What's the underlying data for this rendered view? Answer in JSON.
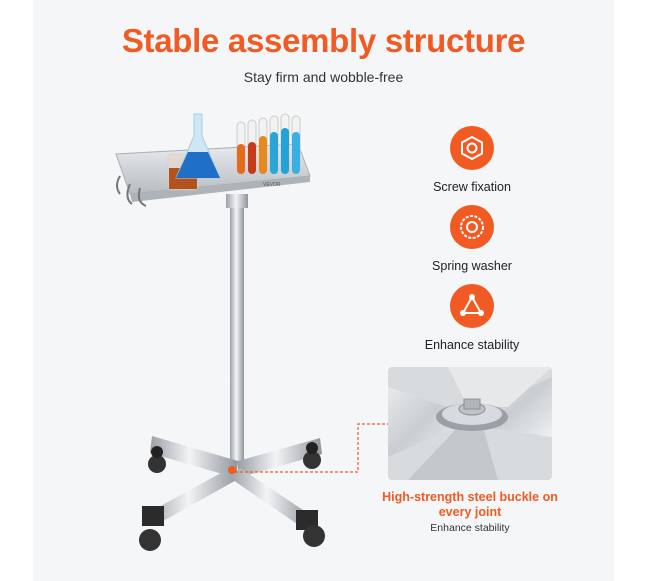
{
  "header": {
    "title": "Stable assembly structure",
    "subtitle": "Stay firm and wobble-free"
  },
  "features": [
    {
      "icon": "hex-nut-icon",
      "label": "Screw fixation"
    },
    {
      "icon": "spring-washer-icon",
      "label": "Spring washer"
    },
    {
      "icon": "triangle-stability-icon",
      "label": "Enhance stability"
    }
  ],
  "detail": {
    "caption": "High-strength steel buckle on every joint",
    "subcaption": "Enhance stability"
  },
  "brand": "VEVOR",
  "colors": {
    "accent": "#f15a22",
    "background": "#f4f6f8"
  }
}
